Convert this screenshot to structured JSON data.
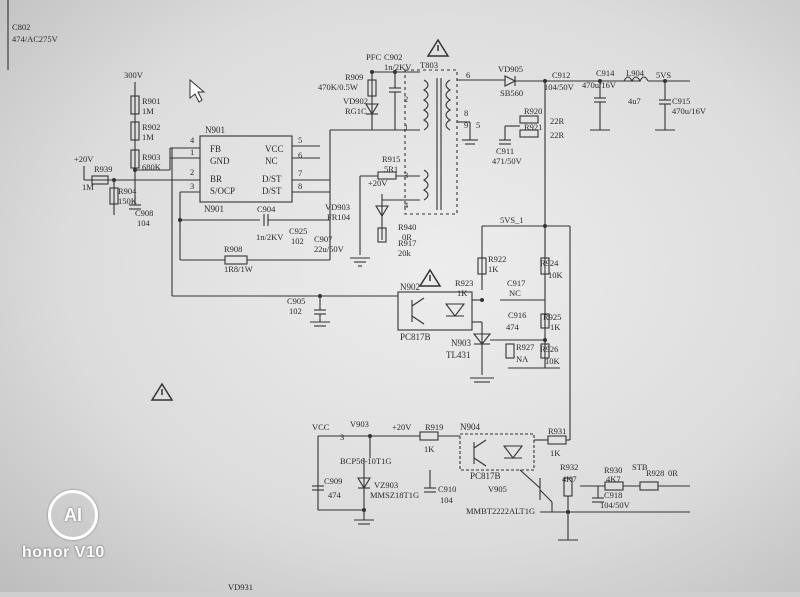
{
  "labels": {
    "c902top": "C802",
    "c902top_v": "474/AC275V",
    "pfc": "PFC",
    "c902": "C902",
    "c902v": "1n/2KV",
    "t803": "T803",
    "r909": "R909",
    "r909v": "470K/0.5W",
    "vd902": "VD902",
    "vd902v": "RG1C",
    "v300": "300V",
    "r901": "R901",
    "r901v": "1M",
    "r902": "R902",
    "r902v": "1M",
    "r903": "R903",
    "r903v": "680K",
    "v20a": "+20V",
    "r939": "R939",
    "r939v": "1M",
    "r904": "R904",
    "r904v": "150K",
    "c908": "C908",
    "c908v": "104",
    "n901": "N901",
    "n901b": "N901",
    "fb": "FB",
    "gnd": "GND",
    "vcc": "VCC",
    "nc": "NC",
    "br": "BR",
    "socp": "S/OCP",
    "dst1": "D/ST",
    "dst2": "D/ST",
    "p4": "4",
    "p1": "1",
    "p2": "2",
    "p3": "3",
    "p5": "5",
    "p6": "6",
    "p7": "7",
    "p8": "8",
    "c904": "C904",
    "c904v": "1n/2KV",
    "c925": "C925",
    "c925v": "102",
    "c907": "C907",
    "c907v": "22u/50V",
    "r908": "R908",
    "r908v": "1R8/1W",
    "r915": "R915",
    "r915v": "5R1",
    "v20b": "+20V",
    "vd903": "VD903",
    "vd903v": "FR104",
    "r940": "R940",
    "r940v": "0R",
    "r917": "R917",
    "r917v": "20k",
    "t1": "1",
    "t2": "2",
    "t3": "3",
    "t4": "4",
    "t6": "6",
    "t8": "8",
    "t9": "9",
    "t5": "5",
    "vd905": "VD905",
    "vd905v": "SB560",
    "c912": "C912",
    "c912v": "104/50V",
    "c914": "C914",
    "c914v": "470u/16V",
    "l904": "L904",
    "l904v": "4u7",
    "v5vs": "5VS",
    "c915": "C915",
    "c915v": "470u/16V",
    "r920": "R920",
    "r920v": "22R",
    "r921": "R921",
    "r921v": "22R",
    "c911": "C911",
    "c911v": "471/50V",
    "v5vs1": "5VS_1",
    "r922": "R922",
    "r922v": "1K",
    "r924": "R924",
    "r924v": "10K",
    "r923": "R923",
    "r923v": "1K",
    "c917": "C917",
    "c917v": "NC",
    "n902": "N902",
    "pc817a": "PC817B",
    "c905": "C905",
    "c905v": "102",
    "c916": "C916",
    "c916v": "474",
    "r925": "R925",
    "r925v": "1K",
    "n903": "N903",
    "tl431": "TL431",
    "r927": "R927",
    "r927v": "NA",
    "r926": "R926",
    "r926v": "10K",
    "vcc2": "VCC",
    "p3b": "3",
    "v903": "V903",
    "v20c": "+20V",
    "r919": "R919",
    "r919v": "1K",
    "n904": "N904",
    "r931": "R931",
    "r931v": "1K",
    "bcp": "BCP56-10T1G",
    "pc817b": "PC817B",
    "c909": "C909",
    "c909v": "474",
    "vz903": "VZ903",
    "mmsz": "MMSZ18T1G",
    "c910": "C910",
    "c910v": "104",
    "v905": "V905",
    "mmbt": "MMBT2222ALT1G",
    "r932": "R932",
    "r932v": "4K7",
    "r930": "R930",
    "r930v": "4K7",
    "stb": "STB",
    "r928": "R928",
    "r928v": "0R",
    "c918": "C918",
    "c918v": "104/50V",
    "bottom": "VD931"
  },
  "watermark": {
    "logo": "AI",
    "brand": "honor V10"
  },
  "colors": {
    "ink": "#333333",
    "paper": "#e8e8e8",
    "watermark": "#ffffff"
  }
}
